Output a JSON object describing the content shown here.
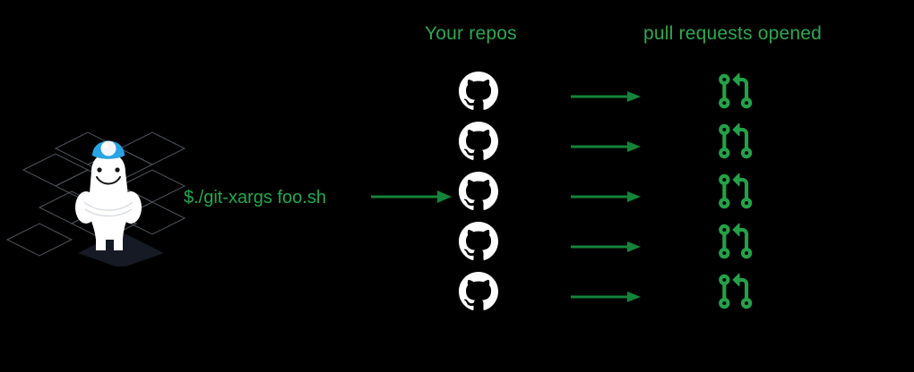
{
  "background_color": "#000000",
  "colors": {
    "green_header": "#2ea84f",
    "green_accent": "#22a94b",
    "pr_icon_green": "#24a148",
    "repo_icon_white": "#ffffff",
    "helmet_blue": "#29a3e3",
    "mascot_body": "#ffffff",
    "grid_line": "#4f535c",
    "platform_dark": "#151a24"
  },
  "headers": {
    "repos": "Your repos",
    "pull_requests": "pull requests opened"
  },
  "command": {
    "text": "$./git-xargs foo.sh"
  },
  "mascot": {
    "name": "gruntwork-mascot",
    "helmet_color": "#29a3e3",
    "body_color": "#ffffff"
  },
  "rows": [
    {
      "repo_icon": "github-octocat-icon",
      "arrow": "arrow-right-icon",
      "pr_icon": "git-pull-request-icon"
    },
    {
      "repo_icon": "github-octocat-icon",
      "arrow": "arrow-right-icon",
      "pr_icon": "git-pull-request-icon"
    },
    {
      "repo_icon": "github-octocat-icon",
      "arrow": "arrow-right-icon",
      "pr_icon": "git-pull-request-icon"
    },
    {
      "repo_icon": "github-octocat-icon",
      "arrow": "arrow-right-icon",
      "pr_icon": "git-pull-request-icon"
    },
    {
      "repo_icon": "github-octocat-icon",
      "arrow": "arrow-right-icon",
      "pr_icon": "git-pull-request-icon"
    }
  ],
  "row_tops": [
    80,
    136,
    192,
    248,
    304
  ]
}
